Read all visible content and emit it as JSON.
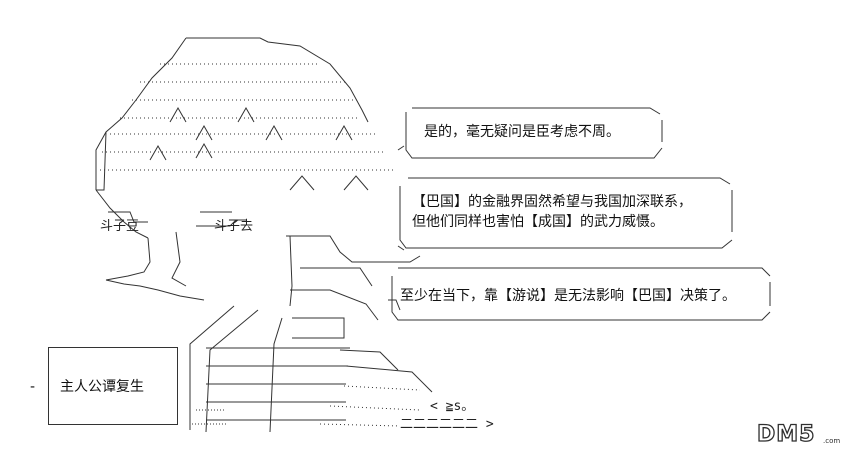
{
  "scene": {
    "bubbles": [
      {
        "text": "是的，毫无疑问是臣考虑不周。"
      },
      {
        "line1": "【巴国】的金融界固然希望与我国加深联系，",
        "line2": "但他们同样也害怕【成国】的武力威慑。"
      },
      {
        "text": "至少在当下，靠【游说】是无法影响【巴国】决策了。"
      }
    ],
    "caption": {
      "dash": "-",
      "text": "主人公谭复生"
    },
    "ascii_fragments": {
      "face_left": "斗子豆",
      "face_right": "斗子去",
      "mouth": "< ≧s。",
      "shelf": "二二二二二二 >"
    },
    "watermark": {
      "logo": "DM5",
      "sub": ".com"
    },
    "icons": [
      "ascii-art-character",
      "speech-bubble",
      "caption-box",
      "site-watermark"
    ]
  }
}
